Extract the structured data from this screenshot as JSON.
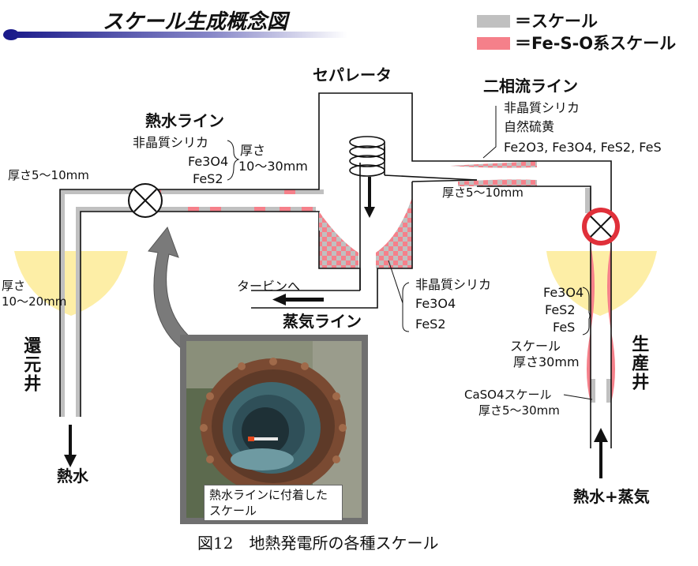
{
  "title": "スケール生成概念図",
  "legend": {
    "scale_label": "＝スケール",
    "scale_color": "#c0c0c0",
    "fes_label": "＝Fe-S-O系スケール",
    "fes_color": "#f5808a"
  },
  "labels": {
    "separator": "セパレータ",
    "two_phase": "二相流ライン",
    "hot_water_line": "熱水ライン",
    "steam_line": "蒸気ライン",
    "to_turbine": "タービンへ",
    "reinjection_well": "還元井",
    "production_well": "生産井",
    "hot_water_out": "熱水",
    "hot_water_steam_in": "熱水+蒸気"
  },
  "hot_water_notes": {
    "silica": "非晶質シリカ",
    "thick_label": "厚さ",
    "thick_value": "10～30mm",
    "fe3o4": "Fe3O4",
    "fes2": "FeS2"
  },
  "reinjection_pipe_thickness": "厚さ5～10mm",
  "reinjection_well_thickness": {
    "line1": "厚さ",
    "line2": "10～20mm"
  },
  "two_phase_notes": {
    "silica": "非晶質シリカ",
    "sulfur": "自然硫黄",
    "minerals": "Fe2O3, Fe3O4, FeS2, FeS",
    "thickness": "厚さ5～10mm"
  },
  "steam_notes": {
    "silica": "非晶質シリカ",
    "fe3o4": "Fe3O4",
    "fes2": "FeS2"
  },
  "production_notes": {
    "fe3o4": "Fe3O4",
    "fes2": "FeS2",
    "fes": "FeS",
    "scale": "スケール",
    "thickness": "厚さ30mm",
    "caso4": "CaSO4スケール",
    "caso4_thickness": "厚さ5～30mm"
  },
  "photo_caption": "熱水ラインに付着したスケール",
  "figure_caption": "図12　地熱発電所の各種スケール"
}
